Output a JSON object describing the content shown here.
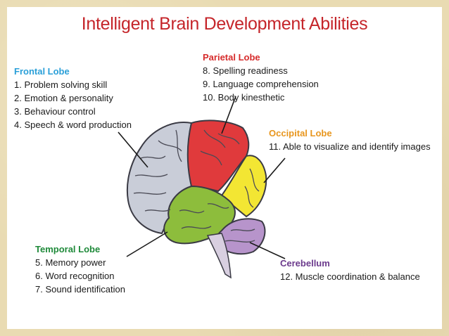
{
  "title": "Intelligent Brain Development Abilities",
  "colors": {
    "frontal": "#2a9fd8",
    "parietal": "#d62b2b",
    "occipital": "#e8961e",
    "temporal": "#1f8a3a",
    "cerebellum": "#6b3a8c",
    "title": "#c5252a"
  },
  "lobes": {
    "frontal": {
      "name": "Frontal Lobe",
      "items": [
        "1. Problem solving skill",
        "2. Emotion & personality",
        "3. Behaviour control",
        "4. Speech & word production"
      ]
    },
    "parietal": {
      "name": "Parietal Lobe",
      "items": [
        "8. Spelling readiness",
        "9. Language comprehension",
        "10. Body kinesthetic"
      ]
    },
    "occipital": {
      "name": "Occipital Lobe",
      "items": [
        "11. Able to visualize and identify images"
      ]
    },
    "temporal": {
      "name": "Temporal Lobe",
      "items": [
        "5. Memory power",
        "6. Word recognition",
        "7. Sound identification"
      ]
    },
    "cerebellum": {
      "name": "Cerebellum",
      "items": [
        "12. Muscle coordination & balance"
      ]
    }
  }
}
